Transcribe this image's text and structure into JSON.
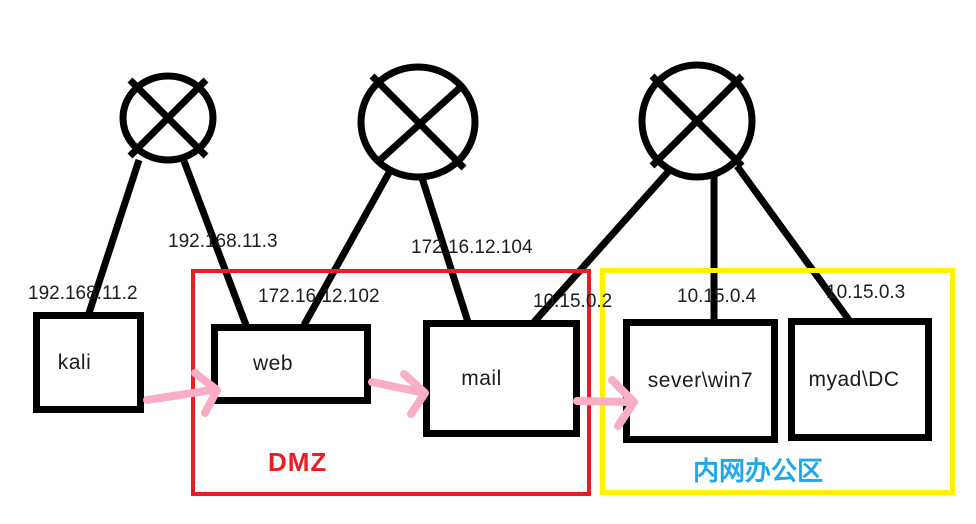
{
  "diagram_type": "network-topology",
  "colors": {
    "line": "#000000",
    "dmz_border": "#ec1c24",
    "dmz_label": "#ec1c24",
    "intranet_border": "#fff200",
    "intranet_label": "#1fa8e8",
    "attack_arrow": "#f9aec6",
    "node_fill": "#ffffff"
  },
  "zones": [
    {
      "id": "dmz",
      "label": "DMZ"
    },
    {
      "id": "intranet",
      "label": "内网办公区"
    }
  ],
  "nodes": [
    {
      "id": "kali",
      "label": "kali",
      "zone": "external"
    },
    {
      "id": "web",
      "label": "web",
      "zone": "dmz"
    },
    {
      "id": "mail",
      "label": "mail",
      "zone": "dmz"
    },
    {
      "id": "sever",
      "label": "sever\\win7",
      "zone": "intranet"
    },
    {
      "id": "myad",
      "label": "myad\\DC",
      "zone": "intranet"
    }
  ],
  "ip_labels": [
    {
      "text": "192.168.11.2",
      "near": "kali"
    },
    {
      "text": "192.168.11.3",
      "near": "web-uplink"
    },
    {
      "text": "172.16.12.102",
      "near": "web"
    },
    {
      "text": "172.16.12.104",
      "near": "mail-uplink"
    },
    {
      "text": "10.15.0.2",
      "near": "mail"
    },
    {
      "text": "10.15.0.4",
      "near": "sever"
    },
    {
      "text": "10.15.0.3",
      "near": "myad"
    }
  ],
  "icons": [
    {
      "name": "router-icon",
      "glyph": "circle-with-x",
      "count": 3
    }
  ],
  "edges": [
    {
      "from": "router-1",
      "to": "kali"
    },
    {
      "from": "router-1",
      "to": "web"
    },
    {
      "from": "router-2",
      "to": "web"
    },
    {
      "from": "router-2",
      "to": "mail"
    },
    {
      "from": "router-3",
      "to": "mail"
    },
    {
      "from": "router-3",
      "to": "sever\\win7"
    },
    {
      "from": "router-3",
      "to": "myad\\DC"
    }
  ],
  "attack_path": [
    "kali",
    "web",
    "mail",
    "sever\\win7"
  ]
}
